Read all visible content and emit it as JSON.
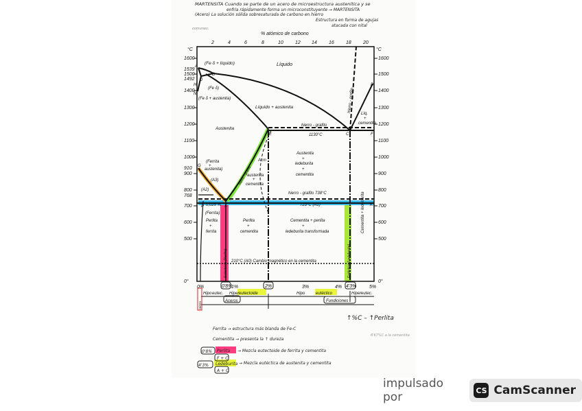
{
  "notes": {
    "header_lines": [
      "MARTENSITA  Cuando se parte de un acero de microestructura austenítica y se",
      "enfría rápidamente forma un microconstituyente → MARTENSITA",
      "(Acero)  La solución sólida sobresaturada de carbono en hierro",
      "Estructura en forma de agujas",
      "atacada con nital",
      "comunes:"
    ],
    "footer_lines": [
      "↑%C – ↑Perlita",
      "Ferrita → estructura más blanda de Fe-C",
      "Cementita → presenta la ↑ dureza",
      "0'8%",
      "Perlita",
      "→ Mezcla eutectoide de ferrita y cementita",
      "F + C",
      "4'3%",
      "Ledeburita",
      "→ Mezcla eutéctica de austenita y cementita",
      "A + C",
      "6'67%C a la cementita"
    ]
  },
  "diagram": {
    "top_axis_title": "% atómico de carbono",
    "top_ticks": [
      "2",
      "4",
      "6",
      "8",
      "10",
      "12",
      "14",
      "16",
      "18",
      "20"
    ],
    "temp_unit": "°C",
    "left_ticks": [
      "1600",
      "1539",
      "1500",
      "1492",
      "1400",
      "1300",
      "1200",
      "1100",
      "1000",
      "910",
      "900",
      "800",
      "768",
      "700",
      "600",
      "500",
      "0°"
    ],
    "right_ticks": [
      "1600",
      "1500",
      "1400",
      "1300",
      "1200",
      "1100",
      "1000",
      "900",
      "800",
      "700",
      "600",
      "500",
      "0°"
    ],
    "points": [
      "A",
      "B",
      "H",
      "J",
      "N",
      "E",
      "C",
      "D",
      "F",
      "G",
      "S",
      "P",
      "K"
    ],
    "regions": [
      "Líquido",
      "(Fe δ + líquido)",
      "(Fe δ)",
      "(Fe δ + austenita)",
      "Líquido + austenita",
      "Austenita",
      "Líq.",
      "+",
      "cementita",
      "Austenita",
      "+",
      "ledeburita",
      "+",
      "cementita",
      "(Ferrita",
      "+",
      "austenita)",
      "Acm",
      "austenita",
      "+",
      "cementita",
      "Perlita",
      "+",
      "ferrita",
      "Perlita",
      "+",
      "cementita",
      "Cementita + perlita",
      "+",
      "ledeburita transformada",
      "Cementita + ledeburita",
      "(Ferrita)"
    ],
    "line_labels": [
      "hierro - grafito",
      "1130°C",
      "hierro - grafito  738°C",
      "723°C (A1)",
      "(A3)",
      "(A2)",
      "0,025 %",
      "210°C (A0) Cambio magnético en la cementita",
      "hierro - grafito",
      "hierro - grafito",
      "Eutectoide (Perlita)",
      "Eutéctico (Ledeburita)"
    ],
    "bottom_ticks": [
      "0%",
      "0'8%",
      "1%",
      "2%",
      "3%",
      "4%",
      "4'3%",
      "5%"
    ],
    "classification": [
      "Hipo",
      "eutec.",
      "Hiper",
      "eutectoide",
      "Hipo",
      "eutéctico",
      "Hiper",
      "eutec.",
      "Aceros",
      "Fundiciones",
      "Hierro"
    ],
    "colors": {
      "perlita": "#ff3d80",
      "ledeburita": "#a8e63a",
      "acm": "#7ee83a",
      "a3": "#f5a623",
      "eutectoid": "#35b6e6",
      "highlight": "#e8f53a"
    }
  },
  "footer": {
    "powered_by": "impulsado por",
    "logo": "CS",
    "brand": "CamScanner"
  }
}
